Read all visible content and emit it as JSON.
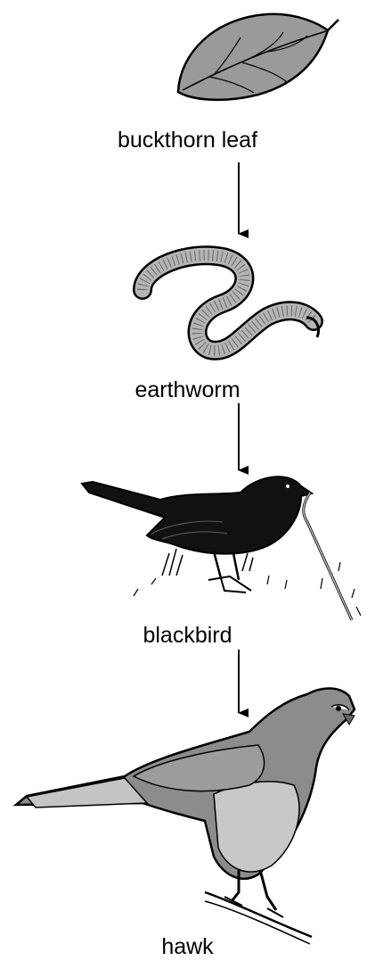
{
  "food_chain": {
    "organisms": [
      {
        "label": "buckthorn leaf",
        "icon": "leaf-icon"
      },
      {
        "label": "earthworm",
        "icon": "earthworm-icon"
      },
      {
        "label": "blackbird",
        "icon": "blackbird-icon"
      },
      {
        "label": "hawk",
        "icon": "hawk-icon"
      }
    ],
    "colors": {
      "leaf": "#9a9a9a",
      "worm": "#b4b4b4",
      "blackbird": "#111111",
      "hawk_body": "#8c8c8c",
      "hawk_belly": "#c8c8c8"
    }
  }
}
